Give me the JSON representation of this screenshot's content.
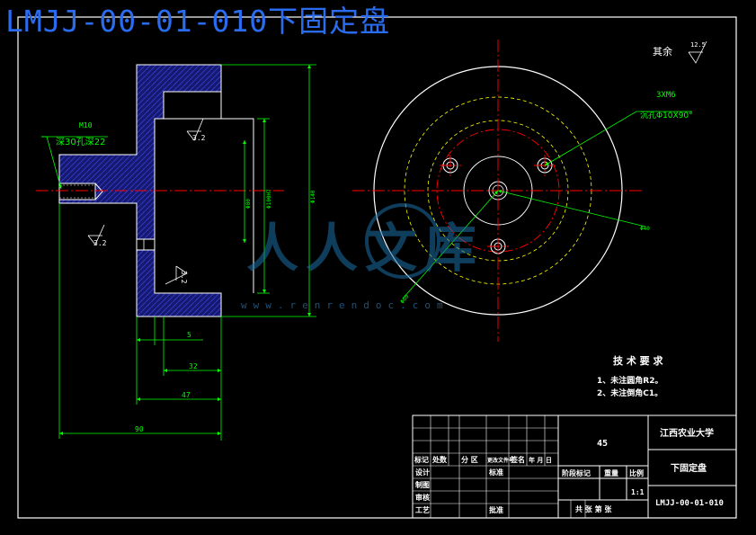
{
  "title": "LMJJ-00-01-010下固定盘",
  "dimensions": {
    "m10": "M10",
    "depth_note": "深30孔深22",
    "len_5": "5",
    "len_32": "32",
    "len_47": "47",
    "len_90": "90",
    "dia_80": "Φ80",
    "dia_100": "Φ100H7",
    "dia_140": "Φ140",
    "hole_callout": "3XM6",
    "hole_note": "沉孔Φ10X90°",
    "dia_40": "Φ40",
    "dia_60": "Φ60"
  },
  "roughness": {
    "r1": "3.2",
    "r2": "3.2",
    "r3": "3.2",
    "rest_label": "其余",
    "rest_value": "12.5"
  },
  "tech_requirements": {
    "heading": "技 术 要 求",
    "item1": "1、未注圆角R2。",
    "item2": "2、未注倒角C1。"
  },
  "title_block": {
    "school": "江西农业大学",
    "part_name": "下固定盘",
    "drawing_number": "LMJJ-00-01-010",
    "material": "45",
    "row_marks": "标记",
    "row_count": "处数",
    "row_zone": "分 区",
    "row_doc": "更改文件号",
    "row_sign": "签名",
    "row_date": "年 月 日",
    "design": "设计",
    "draw": "制图",
    "check": "审核",
    "process": "工艺",
    "standard": "标准",
    "approve": "批准",
    "stage": "阶段标记",
    "weight": "重量",
    "ratio_label": "比例",
    "ratio_value": "1:1",
    "sheets": "共  张  第  张"
  },
  "watermark": {
    "text": "人人文库",
    "url": "www.renrendoc.com"
  },
  "colors": {
    "background": "#000000",
    "outline": "#ffffff",
    "dimension": "#00ff00",
    "center_line": "#ff0000",
    "hatch": "#3030c0",
    "hidden_circle": "#ffff00",
    "title": "#2a6cf0"
  }
}
